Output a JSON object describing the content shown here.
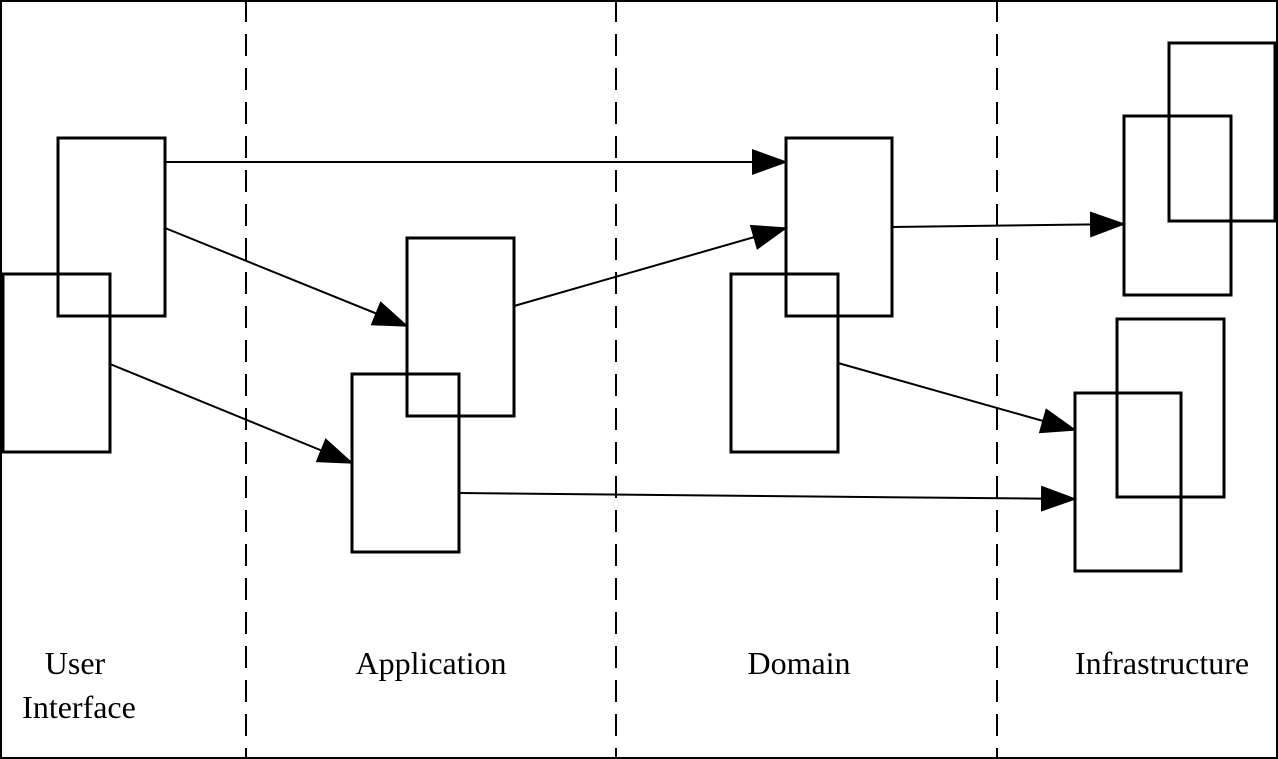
{
  "diagram": {
    "layers": [
      {
        "id": "ui",
        "label_lines": [
          "User",
          "Interface"
        ]
      },
      {
        "id": "app",
        "label_lines": [
          "Application"
        ]
      },
      {
        "id": "domain",
        "label_lines": [
          "Domain"
        ]
      },
      {
        "id": "infra",
        "label_lines": [
          "Infrastructure"
        ]
      }
    ],
    "colors": {
      "stroke": "#000000",
      "background": "#ffffff"
    }
  }
}
